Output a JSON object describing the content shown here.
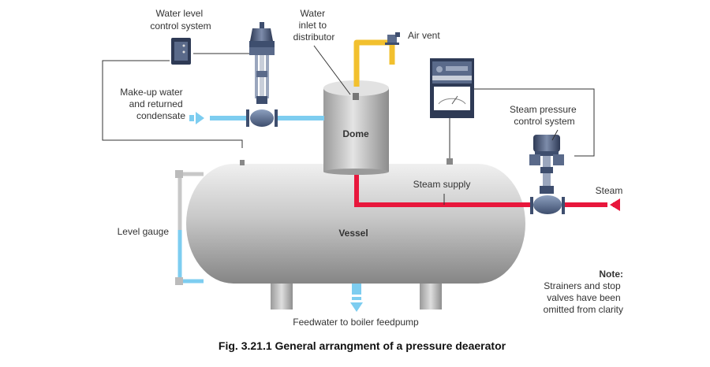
{
  "labels": {
    "water_level_control": [
      "Water level",
      "control system"
    ],
    "water_inlet": [
      "Water",
      "inlet to",
      "distributor"
    ],
    "air_vent": "Air vent",
    "makeup_water": [
      "Make-up water",
      "and returned",
      "condensate"
    ],
    "dome": "Dome",
    "steam_pressure_control": [
      "Steam pressure",
      "control system"
    ],
    "steam_supply": "Steam supply",
    "steam": "Steam",
    "level_gauge": "Level gauge",
    "vessel": "Vessel",
    "feedwater": "Feedwater to boiler feedpump"
  },
  "note": {
    "title": "Note:",
    "lines": [
      "Strainers and stop",
      "valves have been",
      "omitted from clarity"
    ]
  },
  "caption": "Fig. 3.21.1 General arrangment of a pressure deaerator",
  "colors": {
    "water_line": "#7dcdf0",
    "steam_line": "#e8173c",
    "air_vent_line": "#f2c02e",
    "control_line": "#333333",
    "vessel_light": "#e6e6e6",
    "vessel_dark": "#8a8a8a"
  }
}
